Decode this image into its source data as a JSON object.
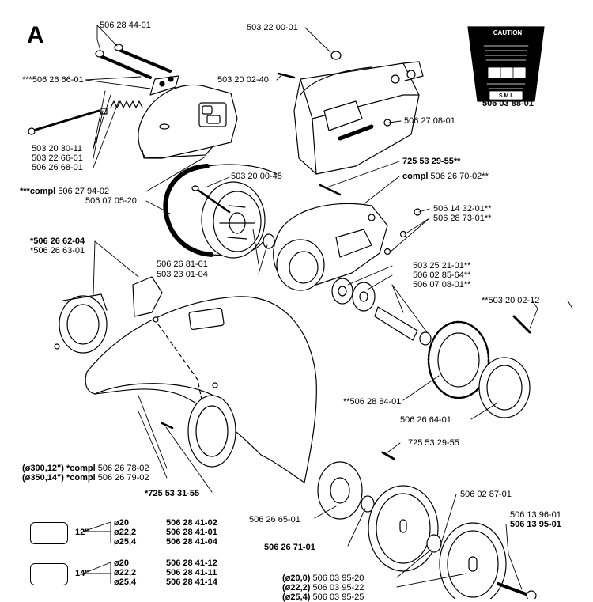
{
  "section_letter": "A",
  "caution_label": {
    "heading": "CAUTION",
    "footer": "S.M.I."
  },
  "labels": {
    "l_506284401": "506 28 44-01",
    "l_503220001": "503 22 00-01",
    "l_star3_506266601": "***506 26 66-01",
    "l_503200240": "503 20 02-40",
    "l_506270801": "506 27 08-01",
    "l_506038801": "506 03 88-01",
    "l_503203011": "503 20 30-11",
    "l_503226601": "503 22 66-01",
    "l_506266801": "506 26 68-01",
    "l_725532955_star": "725 53 29-55**",
    "l_compl_506267002_prefix": "compl",
    "l_compl_506267002": "506 26 70-02**",
    "l_star3_compl_prefix": "***compl",
    "l_506279402": "506 27 94-02",
    "l_506070520": "506 07 05-20",
    "l_503200045": "503 20 00-45",
    "l_506143201": "506 14 32-01**",
    "l_506287301": "506 28 73-01**",
    "l_506266204": "*506 26 62-04",
    "l_506266301": "*506 26 63-01",
    "l_506268101": "506 26 81-01",
    "l_503230104": "503 23 01-04",
    "l_503252101": "503 25 21-01**",
    "l_506028564": "506 02 85-64**",
    "l_506070801": "506 07 08-01**",
    "l_503200212": "**503 20 02-12",
    "l_506288401": "**506 28 84-01",
    "l_506266401": "506 26 64-01",
    "l_725532955": "725 53 29-55",
    "l_o300": "(ø300,12\") *compl",
    "l_o300_part": "506 26 78-02",
    "l_o350": "(ø350,14\") *compl",
    "l_o350_part": "506 26 79-02",
    "l_725533155": "*725 53 31-55",
    "l_506266501": "506 26 65-01",
    "l_506028701": "506 02 87-01",
    "l_506267101": "506 26 71-01",
    "l_506139601": "506 13 96-01",
    "l_506139501": "506 13 95-01",
    "l_o200": "(ø20,0)",
    "l_o200_part": "506 03 95-20",
    "l_o222": "(ø22,2)",
    "l_o222_part": "506 03 95-22",
    "l_o254": "(ø25,4)",
    "l_o254_part": "506 03 95-25"
  },
  "size_table": [
    {
      "size": "12\"",
      "rows": [
        {
          "dia": "ø20",
          "part": "506 28 41-02"
        },
        {
          "dia": "ø22,2",
          "part": "506 28 41-01"
        },
        {
          "dia": "ø25,4",
          "part": "506 28 41-04"
        }
      ]
    },
    {
      "size": "14\"",
      "rows": [
        {
          "dia": "ø20",
          "part": "506 28 41-12"
        },
        {
          "dia": "ø22,2",
          "part": "506 28 41-11"
        },
        {
          "dia": "ø25,4",
          "part": "506 28 41-14"
        }
      ]
    }
  ]
}
